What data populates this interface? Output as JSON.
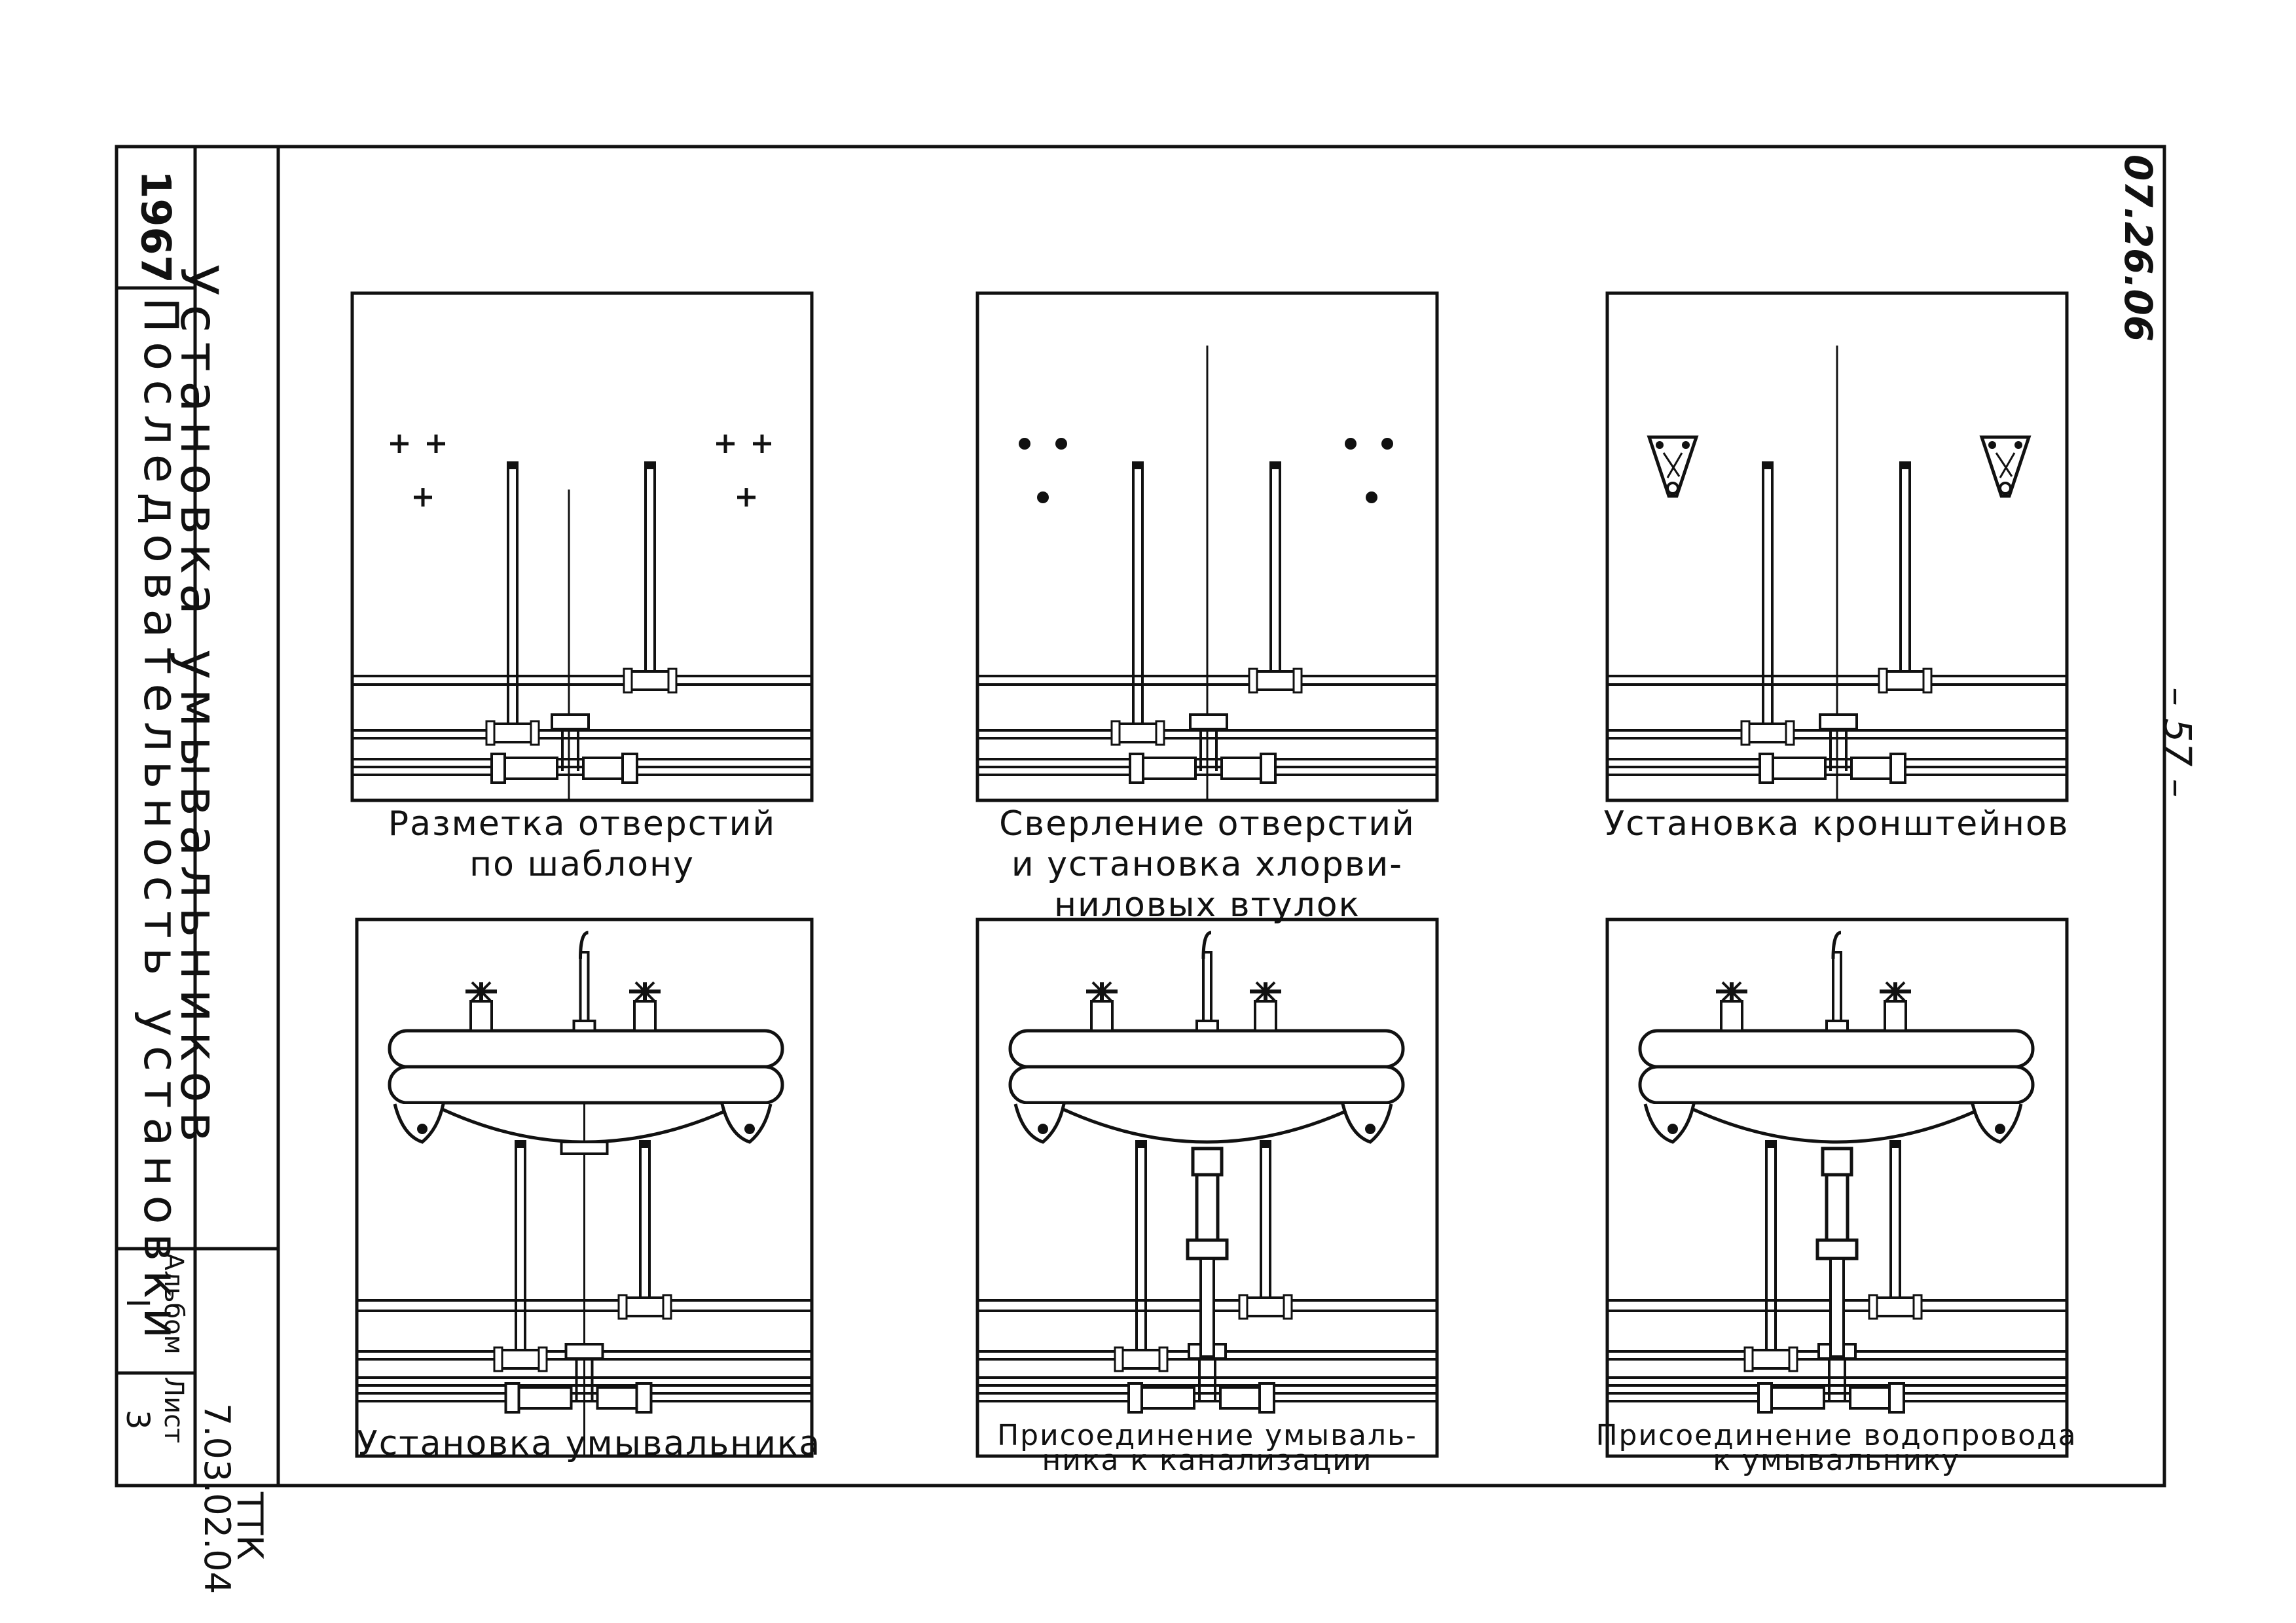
{
  "sheet": {
    "code": "07.26.06",
    "page_number": "– 57 –"
  },
  "title_block": {
    "year": "1967",
    "sequence": "Последовательность установки",
    "title": "Установка умывальников",
    "album_label": "Альбом",
    "album_number": "I",
    "sheet_label": "Лист",
    "sheet_number": "3",
    "ttk_label": "ТТК",
    "ttk_number": "7.03.02.04"
  },
  "panels": [
    {
      "caption_lines": [
        "Разметка отверстий",
        "по шаблону"
      ]
    },
    {
      "caption_lines": [
        "Сверление отверстий",
        "и установка хлорви-",
        "ниловых втулок"
      ]
    },
    {
      "caption_lines": [
        "Установка кронштейнов"
      ]
    },
    {
      "caption_lines": [
        "Установка умывальника"
      ]
    },
    {
      "caption_lines": [
        "Присоединение умываль-",
        "ника к канализации"
      ]
    },
    {
      "caption_lines": [
        "Присоединение водопровода",
        "к умывальнику"
      ]
    }
  ],
  "icons": {
    "mark": "cross-mark-icon",
    "hole": "drilled-hole-icon",
    "bracket": "wall-bracket-icon",
    "tap": "water-tap-icon",
    "faucet": "mixer-faucet-icon",
    "siphon": "drain-siphon-icon"
  },
  "colors": {
    "ink": "#111111",
    "paper": "#ffffff"
  }
}
